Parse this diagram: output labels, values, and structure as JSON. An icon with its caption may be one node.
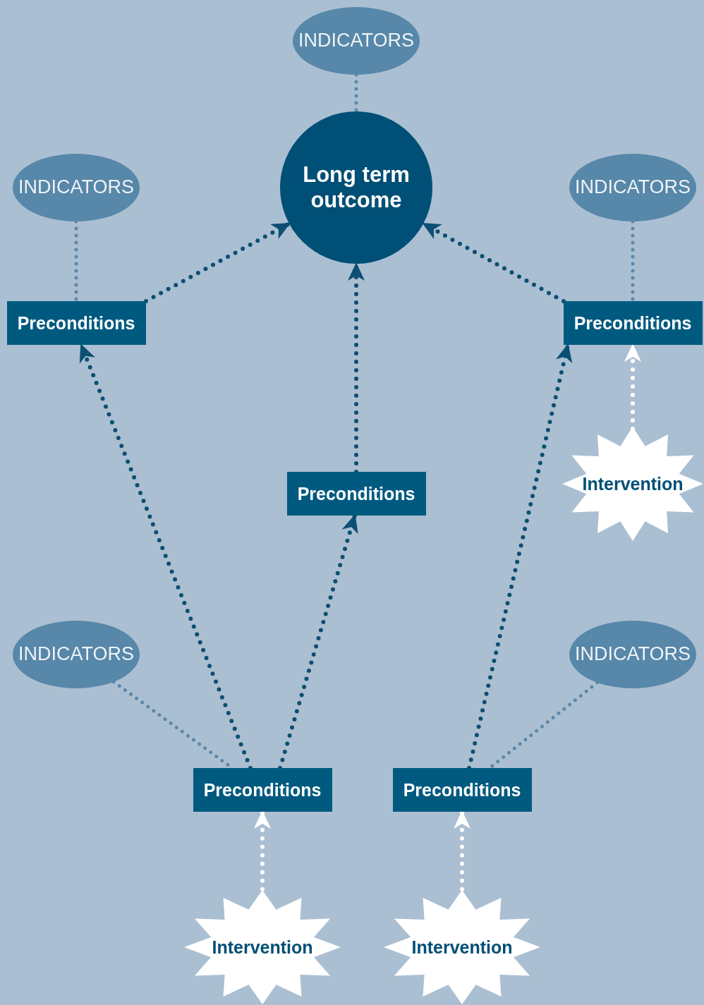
{
  "diagram": {
    "nodes": [
      {
        "text": [
          "INDICATORS"
        ]
      },
      {
        "text": [
          "Long term outcome"
        ]
      },
      {
        "text": [
          "INDICATORS"
        ]
      },
      {
        "text": [
          "INDICATORS"
        ]
      },
      {
        "text": [
          "Preconditions"
        ]
      },
      {
        "text": [
          "Preconditions"
        ]
      },
      {
        "text": [
          "Preconditions"
        ]
      },
      {
        "text": [
          "Intervention"
        ]
      },
      {
        "text": [
          "INDICATORS"
        ]
      },
      {
        "text": [
          "INDICATORS"
        ]
      },
      {
        "text": [
          "Preconditions"
        ]
      },
      {
        "text": [
          "Preconditions"
        ]
      },
      {
        "text": [
          "Intervention"
        ]
      },
      {
        "text": [
          "Intervention"
        ]
      }
    ],
    "edges": [
      {
        "from": 0,
        "to": 1,
        "arrow": "none",
        "style": "dashed",
        "color": "#5b88aa"
      },
      {
        "from": 2,
        "to": 4,
        "arrow": "none",
        "style": "dashed",
        "color": "#5b88aa"
      },
      {
        "from": 3,
        "to": 5,
        "arrow": "none",
        "style": "dashed",
        "color": "#5b88aa"
      },
      {
        "from": 4,
        "to": 1,
        "arrow": "to",
        "style": "dashed"
      },
      {
        "from": 5,
        "to": 1,
        "arrow": "to",
        "style": "dashed"
      },
      {
        "from": 6,
        "to": 1,
        "arrow": "to",
        "style": "dashed"
      },
      {
        "from": 7,
        "to": 5,
        "arrow": "to",
        "style": "dashed",
        "color": "#ffffff"
      },
      {
        "from": 8,
        "to": 10,
        "arrow": "none",
        "style": "dashed",
        "color": "#5b88aa"
      },
      {
        "from": 9,
        "to": 11,
        "arrow": "none",
        "style": "dashed",
        "color": "#5b88aa"
      },
      {
        "from": 10,
        "to": 4,
        "arrow": "to",
        "style": "dashed"
      },
      {
        "from": 10,
        "to": 6,
        "arrow": "to",
        "style": "dashed"
      },
      {
        "from": 11,
        "to": 5,
        "arrow": "to",
        "style": "dashed"
      },
      {
        "from": 12,
        "to": 10,
        "arrow": "to",
        "style": "dashed",
        "color": "#ffffff"
      },
      {
        "from": 13,
        "to": 11,
        "arrow": "to",
        "style": "dashed",
        "color": "#ffffff"
      }
    ]
  }
}
